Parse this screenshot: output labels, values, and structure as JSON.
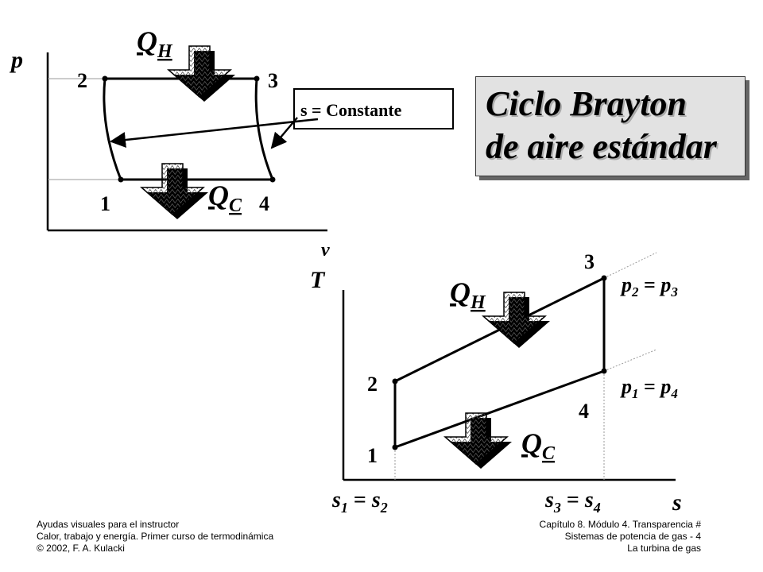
{
  "title": {
    "line1": "Ciclo Brayton",
    "line2": "de aire estándar"
  },
  "pv_diagram": {
    "axis_y": "p",
    "axis_x": "v",
    "states": [
      "1",
      "2",
      "3",
      "4"
    ],
    "heat_in": {
      "main": "Q",
      "sub": "H"
    },
    "heat_out": {
      "main": "Q",
      "sub": "C"
    },
    "callout": "s = Constante"
  },
  "ts_diagram": {
    "axis_y": "T",
    "axis_x": "s",
    "states": [
      "1",
      "2",
      "3",
      "4"
    ],
    "heat_in": {
      "main": "Q",
      "sub": "H"
    },
    "heat_out": {
      "main": "Q",
      "sub": "C"
    },
    "isobar_high": {
      "a": "p",
      "a_sub": "2",
      "eq": " = ",
      "b": "p",
      "b_sub": "3"
    },
    "isobar_low": {
      "a": "p",
      "a_sub": "1",
      "eq": " = ",
      "b": "p",
      "b_sub": "4"
    },
    "entropy_left": {
      "a": "s",
      "a_sub": "1",
      "eq": " = ",
      "b": "s",
      "b_sub": "2"
    },
    "entropy_right": {
      "a": "s",
      "a_sub": "3",
      "eq": " = ",
      "b": "s",
      "b_sub": "4"
    }
  },
  "footer": {
    "left": [
      "Ayudas visuales para el instructor",
      "Calor, trabajo y energía. Primer curso de termodinámica",
      "© 2002,  F. A. Kulacki"
    ],
    "right": [
      "Capítulo 8. Módulo 4. Transparencia  #",
      "Sistemas de potencia de gas - 4",
      "La turbina de gas"
    ]
  }
}
